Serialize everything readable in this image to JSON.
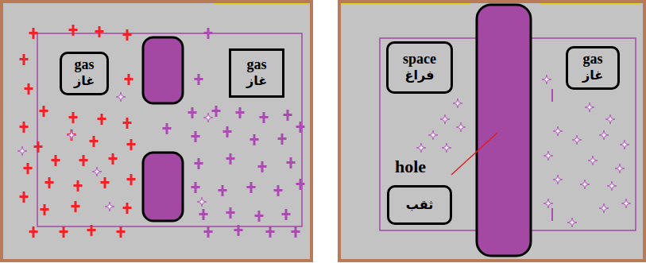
{
  "diagram": {
    "nodes": [
      {
        "text": [
          "gas",
          "غاز"
        ]
      },
      {
        "text": [
          "gas",
          "غاز"
        ]
      },
      {
        "text": [
          "space",
          "فراغ"
        ]
      },
      {
        "text": [
          "gas",
          "غاز"
        ]
      },
      {
        "text": [
          "ثقب"
        ]
      }
    ],
    "labels": [
      "hole"
    ]
  }
}
